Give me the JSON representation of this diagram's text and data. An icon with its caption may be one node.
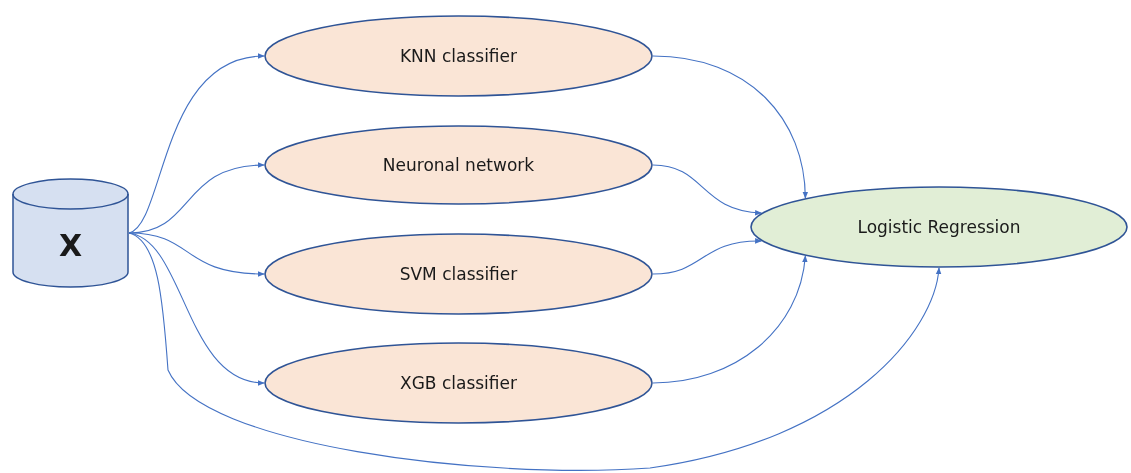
{
  "diagram": {
    "nodes": [
      {
        "text": [
          "X"
        ]
      },
      {
        "text": [
          "KNN classifier"
        ]
      },
      {
        "text": [
          "Neuronal network"
        ]
      },
      {
        "text": [
          "SVM classifier"
        ]
      },
      {
        "text": [
          "XGB classifier"
        ]
      },
      {
        "text": [
          "Logistic Regression"
        ]
      }
    ],
    "edges": [
      {
        "from": 0,
        "to": 1,
        "arrow": "to"
      },
      {
        "from": 0,
        "to": 2,
        "arrow": "to"
      },
      {
        "from": 0,
        "to": 3,
        "arrow": "to"
      },
      {
        "from": 0,
        "to": 4,
        "arrow": "to"
      },
      {
        "from": 0,
        "to": 5,
        "arrow": "to"
      },
      {
        "from": 1,
        "to": 5,
        "arrow": "to"
      },
      {
        "from": 2,
        "to": 5,
        "arrow": "to"
      },
      {
        "from": 3,
        "to": 5,
        "arrow": "to"
      },
      {
        "from": 4,
        "to": 5,
        "arrow": "to"
      }
    ]
  }
}
